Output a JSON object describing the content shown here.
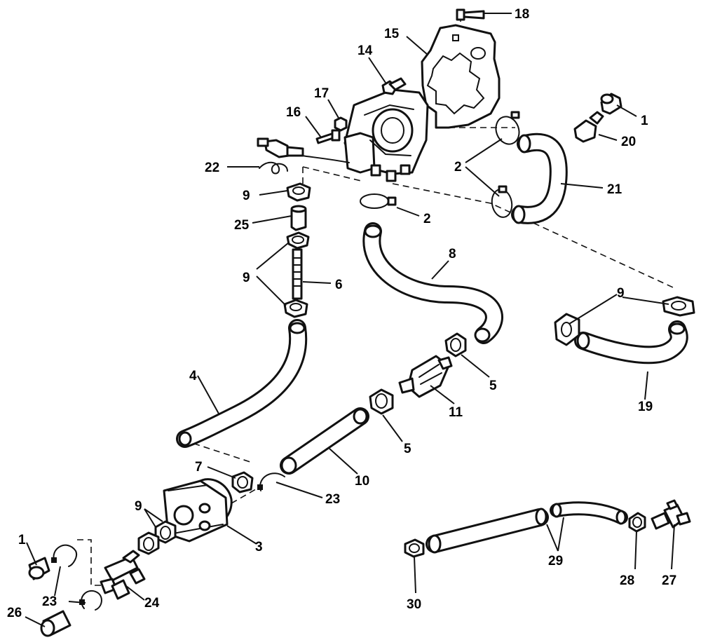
{
  "diagram": {
    "callouts": [
      {
        "id": "c18",
        "text": "18"
      },
      {
        "id": "c15",
        "text": "15"
      },
      {
        "id": "c14",
        "text": "14"
      },
      {
        "id": "c17",
        "text": "17"
      },
      {
        "id": "c16",
        "text": "16"
      },
      {
        "id": "c1a",
        "text": "1"
      },
      {
        "id": "c20",
        "text": "20"
      },
      {
        "id": "c22",
        "text": "22"
      },
      {
        "id": "c2a",
        "text": "2"
      },
      {
        "id": "c21",
        "text": "21"
      },
      {
        "id": "c9a",
        "text": "9"
      },
      {
        "id": "c25",
        "text": "25"
      },
      {
        "id": "c2b",
        "text": "2"
      },
      {
        "id": "c8",
        "text": "8"
      },
      {
        "id": "c9b",
        "text": "9"
      },
      {
        "id": "c6",
        "text": "6"
      },
      {
        "id": "c9c",
        "text": "9"
      },
      {
        "id": "c5a",
        "text": "5"
      },
      {
        "id": "c19",
        "text": "19"
      },
      {
        "id": "c4",
        "text": "4"
      },
      {
        "id": "c11",
        "text": "11"
      },
      {
        "id": "c5b",
        "text": "5"
      },
      {
        "id": "c7",
        "text": "7"
      },
      {
        "id": "c10",
        "text": "10"
      },
      {
        "id": "c23a",
        "text": "23"
      },
      {
        "id": "c9d",
        "text": "9"
      },
      {
        "id": "c3",
        "text": "3"
      },
      {
        "id": "c1b",
        "text": "1"
      },
      {
        "id": "c29",
        "text": "29"
      },
      {
        "id": "c23b",
        "text": "23"
      },
      {
        "id": "c24",
        "text": "24"
      },
      {
        "id": "c28",
        "text": "28"
      },
      {
        "id": "c27",
        "text": "27"
      },
      {
        "id": "c26",
        "text": "26"
      },
      {
        "id": "c30",
        "text": "30"
      }
    ]
  }
}
